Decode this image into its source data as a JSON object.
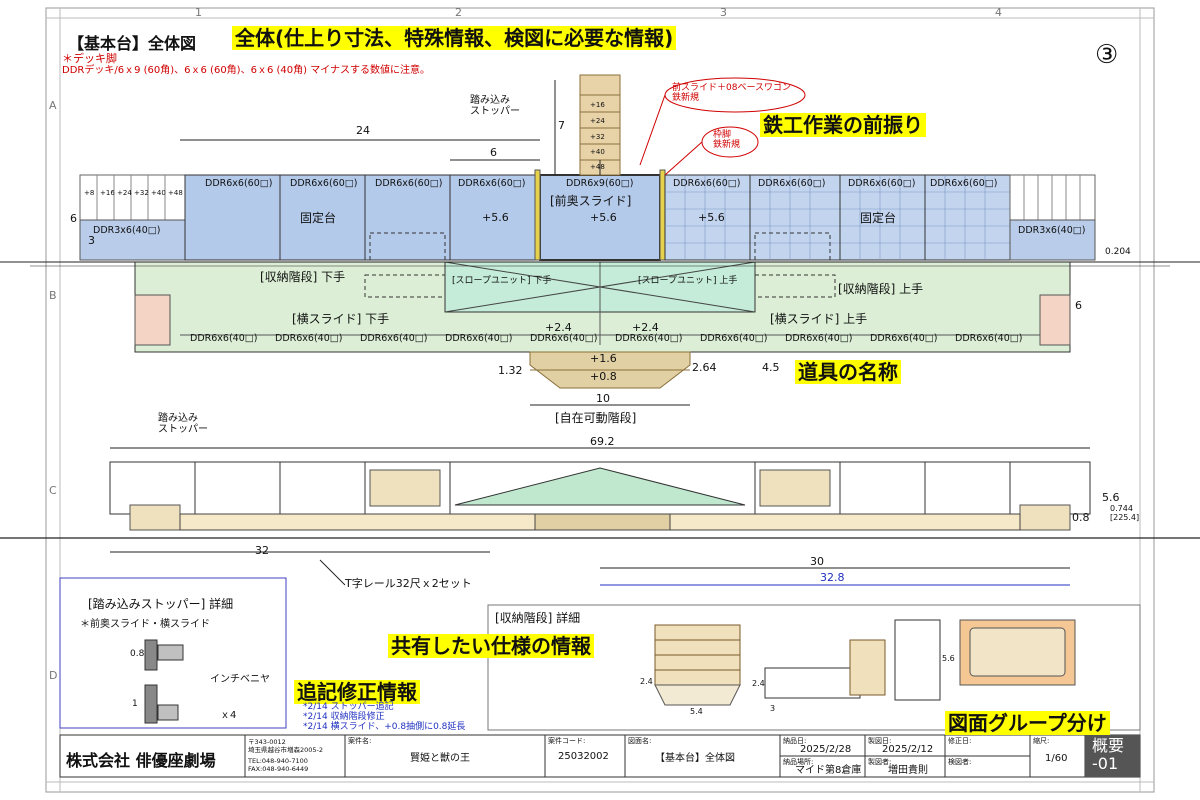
{
  "header": {
    "title": "【基本台】全体図",
    "highlight_title": "全体(仕上り寸法、特殊情報、検図に必要な情報)",
    "note_line1": "＊デッキ脚",
    "note_line2": "DDRデッキ/6ｘ9 (60角)、6ｘ6 (60角)、6ｘ6 (40角) マイナスする数値に注意。",
    "sheet_number": "③"
  },
  "grid_labels": {
    "columns": [
      "1",
      "2",
      "3",
      "4"
    ],
    "rows": [
      "A",
      "B",
      "C",
      "D"
    ]
  },
  "callouts": {
    "tekko": "鉄工作業の前振り",
    "dougu": "道具の名称",
    "kyoyu": "共有したい仕様の情報",
    "tsuiki": "追記修正情報",
    "group": "図面グループ分け"
  },
  "annotations": {
    "stopper_top": "踏み込み\nストッパー",
    "stopper_mid": "踏み込み\nストッパー",
    "red_balloon1": "前スライド＋08ベースワゴン\n鉄新規",
    "red_balloon2": "枠脚\n鉄新規",
    "dim_24": "24",
    "dim_6": "6",
    "dim_7": "7",
    "dim_6_left": "6",
    "dim_3_left": "3",
    "dim_10": "10",
    "dim_132": "1.32",
    "dim_264": "2.64",
    "dim_45": "4.5",
    "dim_6_right": "6",
    "dim_0204": "0.204",
    "dim_692": "69.2",
    "dim_32": "32",
    "dim_30": "30",
    "dim_328": "32.8",
    "dim_56": "5.6",
    "dim_08": "0.8",
    "dim_0744": "0.744\n[225.4]",
    "rail_note": "T字レール32尺ｘ2セット"
  },
  "plan": {
    "deck_labels": [
      "DDR6x6(60□)",
      "DDR6x6(60□)",
      "DDR6x6(60□)",
      "DDR6x6(60□)",
      "DDR6x9(60□)",
      "DDR6x6(60□)",
      "DDR6x6(60□)",
      "DDR6x6(60□)",
      "DDR6x6(60□)"
    ],
    "ddr3x6_left": "DDR3x6(40□)",
    "ddr3x6_right": "DDR3x6(40□)",
    "fixed_left": "固定台",
    "fixed_right": "固定台",
    "front_slide": "[前奥スライド]",
    "plus56_a": "+5.6",
    "plus56_b": "+5.6",
    "plus56_c": "+5.6",
    "storage_left": "[収納階段] 下手",
    "storage_right": "[収納階段] 上手",
    "slope_left": "[スロープユニット] 下手",
    "slope_right": "[スロープユニット] 上手",
    "side_left": "[横スライド] 下手",
    "side_right": "[横スライド] 上手",
    "plus24_a": "+2.4",
    "plus24_b": "+2.4",
    "bottom_labels": [
      "DDR6x6(40□)",
      "DDR6x6(40□)",
      "DDR6x6(40□)",
      "DDR6x6(40□)",
      "DDR6x6(40□)",
      "DDR6x6(40□)",
      "DDR6x6(40□)",
      "DDR6x6(40□)",
      "DDR6x6(40□)",
      "DDR6x6(40□)"
    ],
    "plus16": "+1.6",
    "plus08": "+0.8",
    "mobile_stair": "[自在可動階段]",
    "tower_labels": [
      "+16",
      "+24",
      "+32",
      "+40",
      "+48"
    ],
    "side_step_labels": [
      "+8",
      "+16",
      "+24",
      "+32",
      "+40",
      "+48"
    ]
  },
  "detail_stopper": {
    "title": "[踏み込みストッパー] 詳細",
    "subtitle": "＊前奥スライド・横スライド",
    "dim_08": "0.8",
    "dim_1": "1",
    "inch": "インチベニヤ",
    "count": "ｘ4"
  },
  "revisions": [
    "*2/14 ストッパー追記",
    "*2/14 収納階段修正",
    "*2/14 横スライド、+0.8抽側に0.8延長"
  ],
  "detail_storage": {
    "title": "[収納階段] 詳細",
    "dim_24": "2.4",
    "dim_54": "5.4",
    "dim_56": "5.6",
    "dim_2": "2.4",
    "dim_3": "3"
  },
  "title_block": {
    "company": "株式会社 俳優座劇場",
    "address_line1": "〒343-0012",
    "address_line2": "埼玉県越谷市増森2005-2",
    "tel": "TEL:048-940-7100",
    "fax": "FAX:048-940-6449",
    "project_label": "案件名:",
    "project": "賢姫と獣の王",
    "code_label": "案件コード:",
    "code": "25032002",
    "drawing_label": "図面名:",
    "drawing": "【基本台】全体図",
    "delivery_label": "納品日:",
    "delivery": "2025/2/28",
    "place_label": "納品場所:",
    "place": "マイド第8倉庫",
    "made_label": "製図日:",
    "made": "2025/2/12",
    "drafter_label": "製図者:",
    "drafter": "増田貴則",
    "revised_label": "修正日:",
    "checker_label": "検図者:",
    "scale_label": "縮尺:",
    "scale": "1/60",
    "sheet_code": "概要\n-01"
  }
}
